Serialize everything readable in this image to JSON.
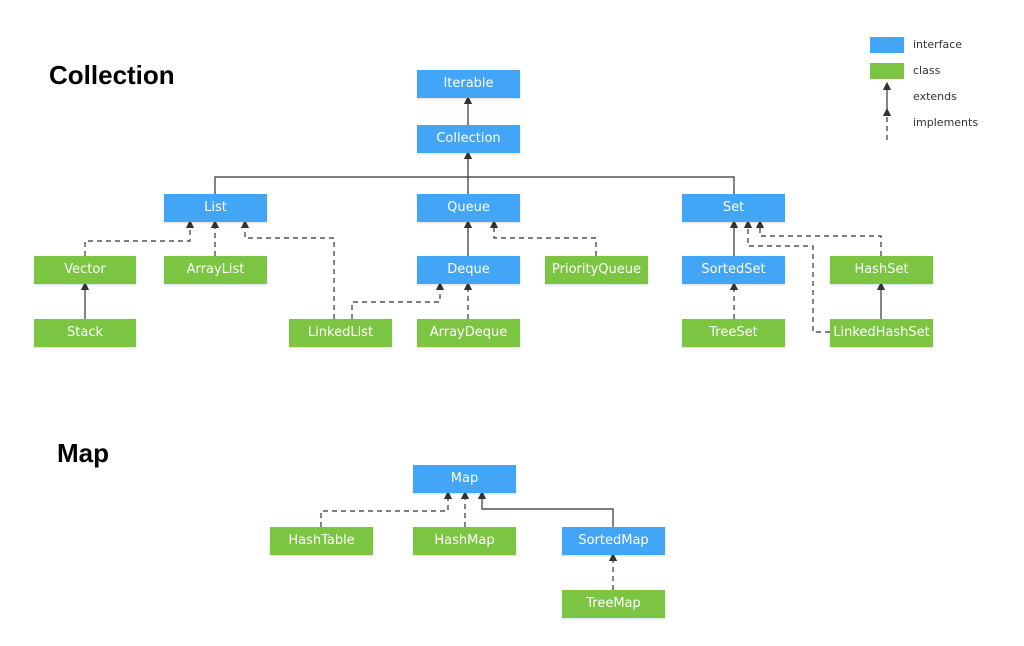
{
  "sections": {
    "collection_title": "Collection",
    "map_title": "Map"
  },
  "legend": {
    "interface": "interface",
    "class": "class",
    "extends": "extends",
    "implements": "implements"
  },
  "colors": {
    "interface": "#42a5f5",
    "class": "#7cc542",
    "line": "#333333"
  },
  "nodes": {
    "iterable": "Iterable",
    "collection": "Collection",
    "list": "List",
    "queue": "Queue",
    "set": "Set",
    "vector": "Vector",
    "arraylist": "ArrayList",
    "deque": "Deque",
    "priorityqueue": "PriorityQueue",
    "sortedset": "SortedSet",
    "hashset": "HashSet",
    "stack": "Stack",
    "linkedlist": "LinkedList",
    "arraydeque": "ArrayDeque",
    "treeset": "TreeSet",
    "linkedhashset": "LinkedHashSet",
    "map": "Map",
    "hashtable": "HashTable",
    "hashmap": "HashMap",
    "sortedmap": "SortedMap",
    "treemap": "TreeMap"
  }
}
